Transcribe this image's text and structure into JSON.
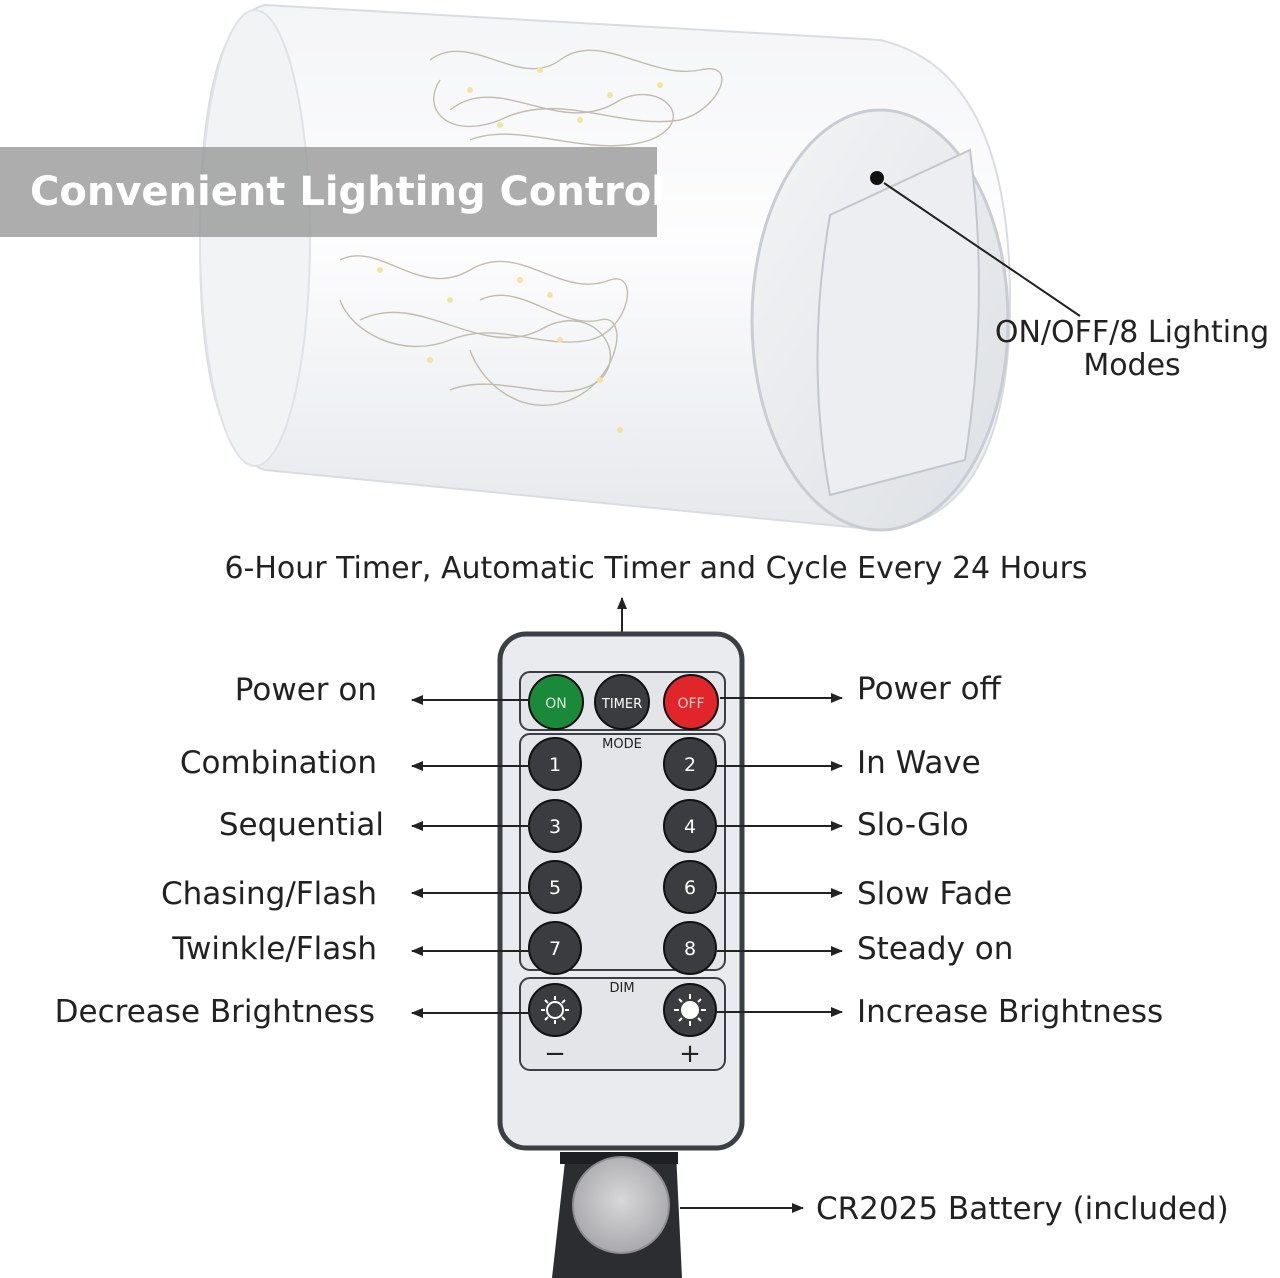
{
  "banner": {
    "title": "Convenient Lighting Control"
  },
  "callouts": {
    "switch_line1": "ON/OFF/8 Lighting",
    "switch_line2": "Modes",
    "timer": "6-Hour Timer, Automatic Timer and Cycle Every 24 Hours",
    "battery": "CR2025 Battery (included)"
  },
  "remote": {
    "on": "ON",
    "timer": "TIMER",
    "off": "OFF",
    "mode": "MODE",
    "dim": "DIM",
    "minus": "−",
    "plus": "+",
    "numbers": [
      "1",
      "2",
      "3",
      "4",
      "5",
      "6",
      "7",
      "8"
    ]
  },
  "left_labels": [
    "Power on",
    "Combination",
    "Sequential",
    "Chasing/Flash",
    "Twinkle/Flash",
    "Decrease Brightness"
  ],
  "right_labels": [
    "Power off",
    "In Wave",
    "Slo-Glo",
    "Slow Fade",
    "Steady on",
    "Increase Brightness"
  ],
  "colors": {
    "on_button": "#1a8a3a",
    "off_button": "#e0262b",
    "timer_button": "#3a3c40",
    "remote_body": "#e9ebee",
    "remote_rim": "#3b3e44"
  }
}
